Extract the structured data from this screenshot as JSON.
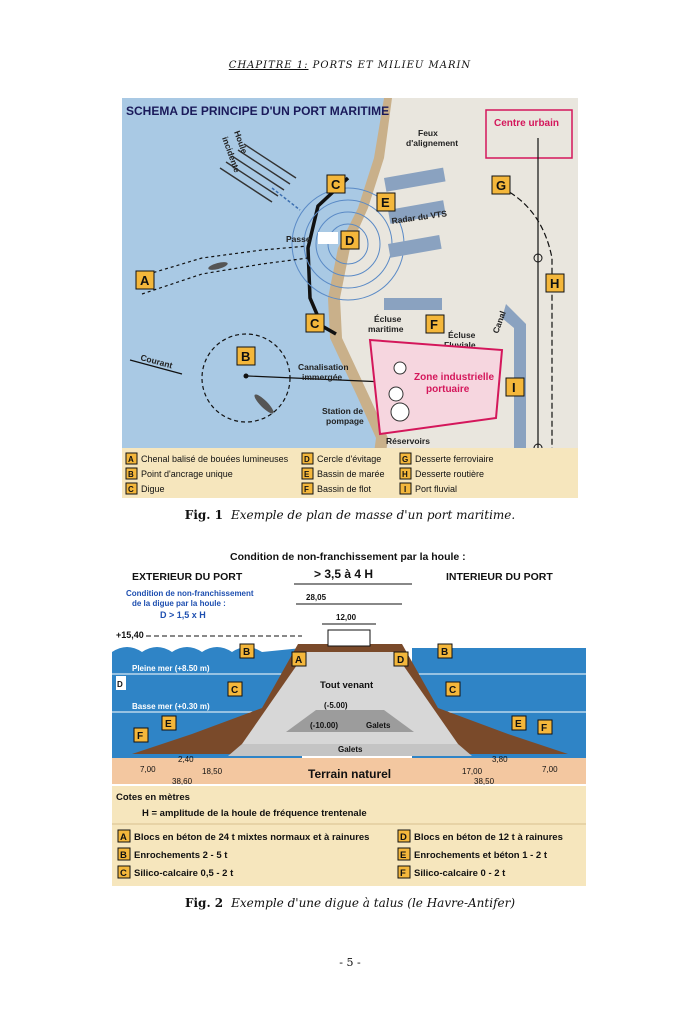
{
  "header": {
    "chapter": "CHAPITRE 1:",
    "title": "PORTS ET MILIEU MARIN"
  },
  "fig1": {
    "diagram_title": "SCHEMA DE PRINCIPE D'UN PORT MARITIME",
    "labels": {
      "houle": "Houle",
      "incidente": "incidente",
      "feux1": "Feux",
      "feux2": "d'alignement",
      "centre_urbain": "Centre urbain",
      "passe": "Passe",
      "radar": "Radar du VTS",
      "ecluse_maritime1": "Écluse",
      "ecluse_maritime2": "maritime",
      "ecluse_fluviale1": "Écluse",
      "ecluse_fluviale2": "Fluviale",
      "canal": "Canal",
      "courant": "Courant",
      "canalisation1": "Canalisation",
      "canalisation2": "immergée",
      "station1": "Station de",
      "station2": "pompage",
      "zone1": "Zone industrielle",
      "zone2": "portuaire",
      "reservoirs": "Réservoirs"
    },
    "letters": [
      "A",
      "B",
      "C",
      "D",
      "E",
      "F",
      "G",
      "H",
      "I"
    ],
    "legend": [
      {
        "key": "A",
        "text": "Chenal balisé de bouées lumineuses"
      },
      {
        "key": "B",
        "text": "Point d'ancrage unique"
      },
      {
        "key": "C",
        "text": "Digue"
      },
      {
        "key": "D",
        "text": "Cercle d'évitage"
      },
      {
        "key": "E",
        "text": "Bassin de marée"
      },
      {
        "key": "F",
        "text": "Bassin de flot"
      },
      {
        "key": "G",
        "text": "Desserte ferroviaire"
      },
      {
        "key": "H",
        "text": "Desserte routière"
      },
      {
        "key": "I",
        "text": "Port fluvial"
      }
    ],
    "caption_num": "Fig. 1",
    "caption_text": "Exemple de plan de masse d'un port maritime."
  },
  "fig2": {
    "title": "Condition de non-franchissement par la houle :",
    "exterieur": "EXTERIEUR DU PORT",
    "interieur": "INTERIEUR DU PORT",
    "cond_top": "> 3,5 à 4 H",
    "cond_digue1": "Condition de non-franchissement",
    "cond_digue2": "de la digue par la houle :",
    "cond_digue3": "D > 1,5 x H",
    "dims": {
      "w28": "28,05",
      "w12": "12,00",
      "h1540": "+15,40",
      "m500": "(-5.00)",
      "m1000": "(-10.00)",
      "left_700": "7,00",
      "left_240": "2,40",
      "left_1850": "18,50",
      "left_3860": "38,60",
      "right_380": "3,80",
      "right_700": "7,00",
      "right_1700": "17,00",
      "right_3850": "38,50"
    },
    "pleine_mer": "Pleine mer (+8.50 m)",
    "basse_mer": "Basse mer (+0.30 m)",
    "d_letter": "D",
    "tout_venant": "Tout venant",
    "galets1": "Galets",
    "galets2": "Galets",
    "terrain": "Terrain naturel",
    "cotes": "Cotes en mètres",
    "h_def": "H = amplitude de la houle de fréquence trentenale",
    "legend": [
      {
        "key": "A",
        "text": "Blocs en béton de 24 t mixtes normaux et à rainures"
      },
      {
        "key": "B",
        "text": "Enrochements 2 - 5 t"
      },
      {
        "key": "C",
        "text": "Silico-calcaire 0,5 - 2 t"
      },
      {
        "key": "D",
        "text": "Blocs en béton de 12 t à rainures"
      },
      {
        "key": "E",
        "text": "Enrochements et béton 1 - 2 t"
      },
      {
        "key": "F",
        "text": "Silico-calcaire 0 - 2 t"
      }
    ],
    "caption_num": "Fig. 2",
    "caption_text": "Exemple d'une digue à talus (le Havre-Antifer)"
  },
  "page_number": "- 5 -"
}
